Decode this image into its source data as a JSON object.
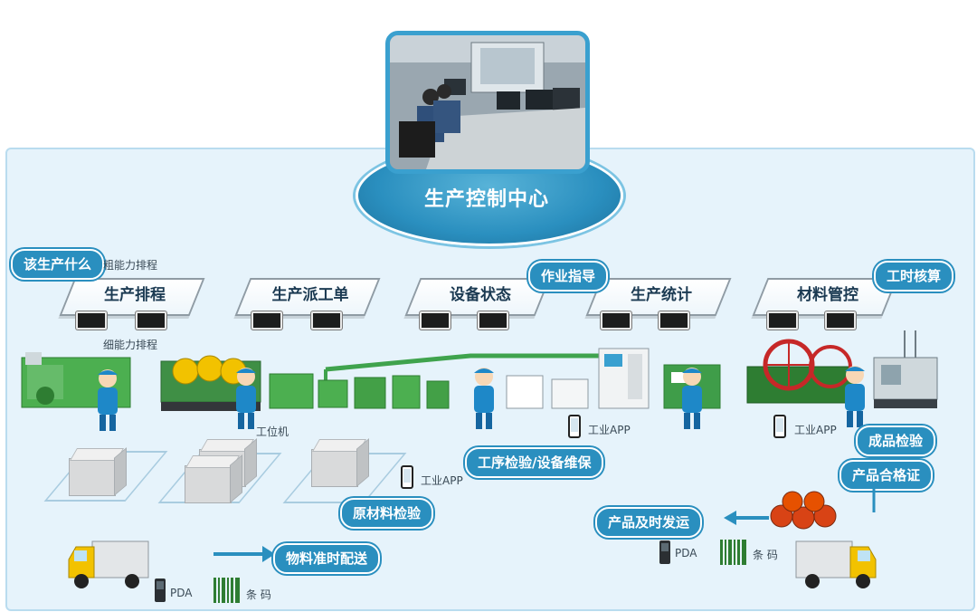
{
  "control_center": {
    "title": "生产控制中心"
  },
  "platforms": [
    {
      "label": "生产排程"
    },
    {
      "label": "生产派工单"
    },
    {
      "label": "设备状态"
    },
    {
      "label": "生产统计"
    },
    {
      "label": "材料管控"
    }
  ],
  "tags": {
    "what_to_produce": "该生产什么",
    "work_guide": "作业指导",
    "labor_accounting": "工时核算",
    "process_inspection": "工序检验/设备维保",
    "raw_material_inspection": "原材料检验",
    "material_delivery": "物料准时配送",
    "finished_inspection": "成品检验",
    "product_certificate": "产品合格证",
    "product_shipping": "产品及时发运"
  },
  "notes": {
    "coarse_scheduling": "粗能力排程",
    "fine_scheduling": "细能力排程",
    "workstation": "工位机",
    "industrial_app": "工业APP",
    "pda": "PDA",
    "barcode": "条 码"
  },
  "colors": {
    "accent": "#2a8fbf",
    "board": "#e6f3fb",
    "machine_green": "#3fa34d"
  },
  "icons": [
    "photo-control-room",
    "monitor-icon",
    "phone-icon",
    "pda-icon",
    "barcode-icon",
    "truck-icon",
    "arrow-icon",
    "worker-figure",
    "machine-figure",
    "cable-reel-icon"
  ]
}
